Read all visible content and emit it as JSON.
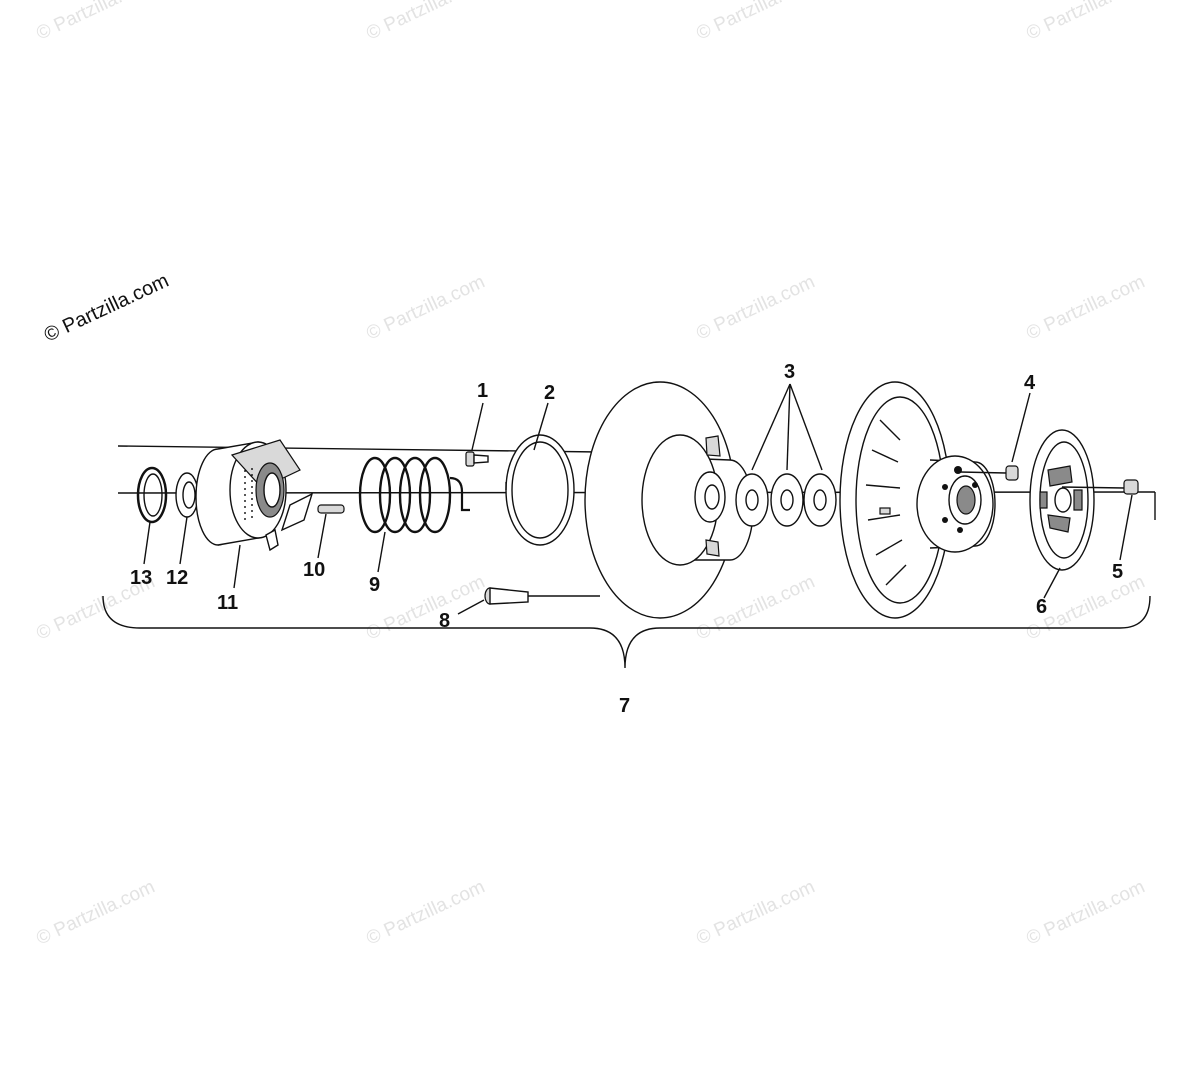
{
  "watermark": {
    "main": "© Partzilla.com",
    "tile": "© Partzilla.com"
  },
  "parts": [
    {
      "id": "p1",
      "label": "1"
    },
    {
      "id": "p2",
      "label": "2"
    },
    {
      "id": "p3",
      "label": "3"
    },
    {
      "id": "p4",
      "label": "4"
    },
    {
      "id": "p5",
      "label": "5"
    },
    {
      "id": "p6",
      "label": "6"
    },
    {
      "id": "p7",
      "label": "7"
    },
    {
      "id": "p8",
      "label": "8"
    },
    {
      "id": "p9",
      "label": "9"
    },
    {
      "id": "p10",
      "label": "10"
    },
    {
      "id": "p11",
      "label": "11"
    },
    {
      "id": "p12",
      "label": "12"
    },
    {
      "id": "p13",
      "label": "13"
    }
  ]
}
